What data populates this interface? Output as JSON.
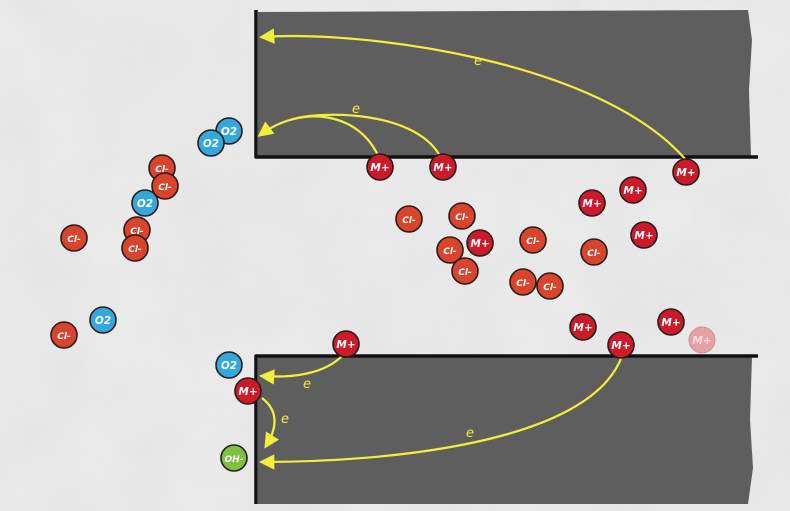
{
  "colors": {
    "paper": "#ececec",
    "paper_shade": "#d9d9d9",
    "metal": "#5e5e5e",
    "metal_edge": "#111111",
    "electron_path": "#f2ef3a",
    "chloride": "#d9442c",
    "metal_ion": "#cc1a2a",
    "oxygen": "#33a8dd",
    "hydroxide": "#7dc13e",
    "faded_metal_ion": "#e6a1a6"
  },
  "labels": {
    "chloride": "Cl-",
    "metal_ion": "M+",
    "oxygen": "O2",
    "hydroxide": "OH-",
    "electron": "e"
  },
  "ions": [
    {
      "kind": "oxygen",
      "label": "O2"
    },
    {
      "kind": "oxygen",
      "label": "O2"
    },
    {
      "kind": "chloride",
      "label": "Cl-"
    },
    {
      "kind": "chloride",
      "label": "Cl-"
    },
    {
      "kind": "oxygen",
      "label": "O2"
    },
    {
      "kind": "chloride",
      "label": "Cl-"
    },
    {
      "kind": "chloride",
      "label": "Cl-"
    },
    {
      "kind": "chloride",
      "label": "Cl-"
    },
    {
      "kind": "chloride",
      "label": "Cl-"
    },
    {
      "kind": "oxygen",
      "label": "O2"
    },
    {
      "kind": "metal_ion",
      "label": "M+"
    },
    {
      "kind": "metal_ion",
      "label": "M+"
    },
    {
      "kind": "metal_ion",
      "label": "M+"
    },
    {
      "kind": "metal_ion",
      "label": "M+"
    },
    {
      "kind": "metal_ion",
      "label": "M+"
    },
    {
      "kind": "chloride",
      "label": "Cl-"
    },
    {
      "kind": "chloride",
      "label": "Cl-"
    },
    {
      "kind": "metal_ion",
      "label": "M+"
    },
    {
      "kind": "chloride",
      "label": "Cl-"
    },
    {
      "kind": "chloride",
      "label": "Cl-"
    },
    {
      "kind": "chloride",
      "label": "Cl-"
    },
    {
      "kind": "chloride",
      "label": "Cl-"
    },
    {
      "kind": "chloride",
      "label": "Cl-"
    },
    {
      "kind": "chloride",
      "label": "Cl-"
    },
    {
      "kind": "metal_ion",
      "label": "M+"
    },
    {
      "kind": "metal_ion",
      "label": "M+"
    },
    {
      "kind": "metal_ion",
      "label": "M+"
    },
    {
      "kind": "metal_ion",
      "label": "M+"
    },
    {
      "kind": "faded_metal_ion",
      "label": "M+"
    },
    {
      "kind": "metal_ion",
      "label": "M+"
    },
    {
      "kind": "oxygen",
      "label": "O2"
    },
    {
      "kind": "metal_ion",
      "label": "M+"
    },
    {
      "kind": "hydroxide",
      "label": "OH-"
    }
  ],
  "electron_paths": [
    {
      "label": "e"
    },
    {
      "label": "e"
    },
    {
      "label": "e"
    },
    {
      "label": "e"
    },
    {
      "label": "e"
    }
  ]
}
